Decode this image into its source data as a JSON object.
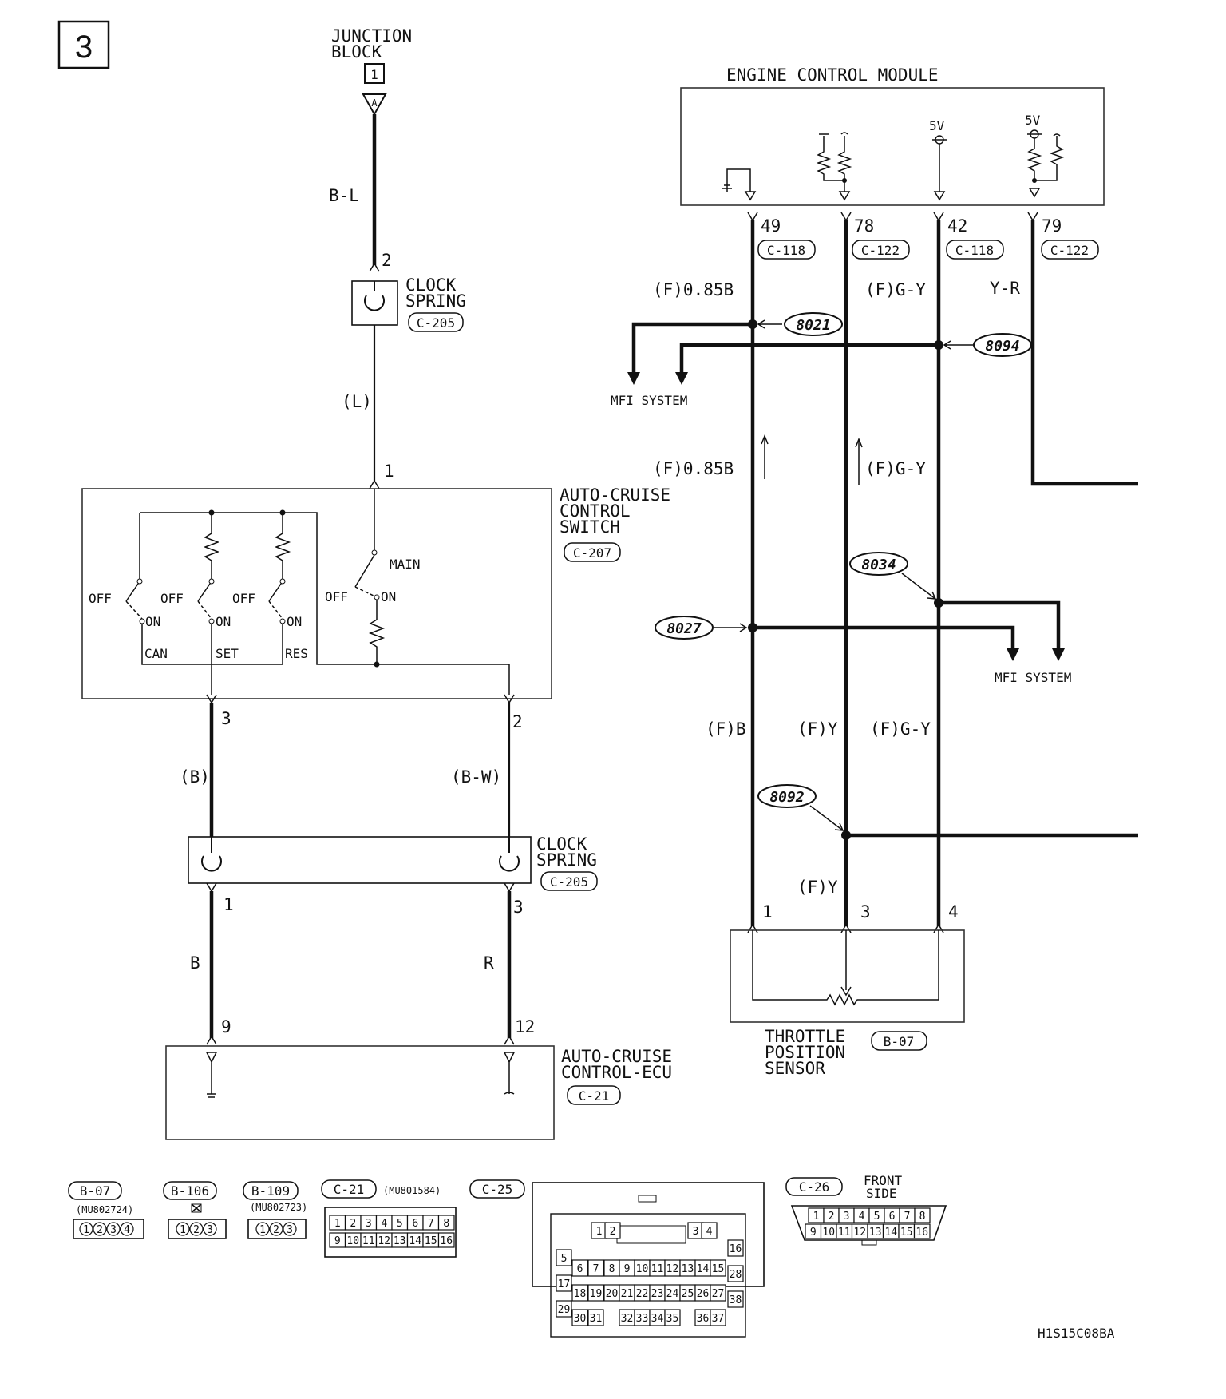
{
  "page_marker": "3",
  "image_code": "H1S15C08BA",
  "components": {
    "junction_block": {
      "title": "JUNCTION",
      "title2": "BLOCK",
      "number": "1",
      "terminal": "A"
    },
    "clock_spring_top": {
      "title": "CLOCK",
      "title2": "SPRING",
      "connector": "C-205"
    },
    "cruise_switch": {
      "title": "AUTO-CRUISE",
      "title2": "CONTROL",
      "title3": "SWITCH",
      "connector": "C-207",
      "switches": {
        "main": "MAIN",
        "off": "OFF",
        "on": "ON",
        "can": "CAN",
        "set": "SET",
        "res": "RES"
      }
    },
    "clock_spring_bottom": {
      "title": "CLOCK",
      "title2": "SPRING",
      "connector": "C-205"
    },
    "ecu": {
      "title": "AUTO-CRUISE",
      "title2": "CONTROL-ECU",
      "connector": "C-21"
    },
    "engine_module": {
      "title": "ENGINE CONTROL MODULE",
      "v1": "5V",
      "v2": "5V"
    },
    "tps": {
      "title": "THROTTLE",
      "title2": "POSITION",
      "title3": "SENSOR",
      "connector": "B-07"
    }
  },
  "wires": {
    "bl": "B-L",
    "l": "(L)",
    "b_paren": "(B)",
    "bw": "(B-W)",
    "b": "B",
    "r": "R",
    "f085b": "(F)0.85B",
    "fgy": "(F)G-Y",
    "yr": "Y-R",
    "fb": "(F)B",
    "fy": "(F)Y"
  },
  "pins": {
    "p2": "2",
    "p1": "1",
    "p3": "3",
    "p2b": "2",
    "p1b": "1",
    "p3b": "3",
    "p9": "9",
    "p12": "12",
    "e49": "49",
    "e78": "78",
    "e42": "42",
    "e79": "79",
    "c118a": "C-118",
    "c122a": "C-122",
    "c118b": "C-118",
    "c122b": "C-122",
    "t1": "1",
    "t3": "3",
    "t4": "4"
  },
  "splices": {
    "s8021": "8021",
    "s8094": "8094",
    "s8034": "8034",
    "s8027": "8027",
    "s8092": "8092"
  },
  "destinations": {
    "mfi1": "MFI SYSTEM",
    "mfi2": "MFI SYSTEM"
  },
  "connector_legend": {
    "b07": {
      "name": "B-07",
      "part": "(MU802724)",
      "pins": [
        "1",
        "2",
        "3",
        "4"
      ]
    },
    "b106": {
      "name": "B-106",
      "pins": [
        "1",
        "2",
        "3"
      ]
    },
    "b109": {
      "name": "B-109",
      "part": "(MU802723)",
      "pins": [
        "1",
        "2",
        "3"
      ]
    },
    "c21": {
      "name": "C-21",
      "part": "(MU801584)",
      "row1": [
        "1",
        "2",
        "3",
        "4",
        "5",
        "6",
        "7",
        "8"
      ],
      "row2": [
        "9",
        "10",
        "11",
        "12",
        "13",
        "14",
        "15",
        "16"
      ]
    },
    "c25": {
      "name": "C-25"
    },
    "c26": {
      "name": "C-26",
      "note": "FRONT",
      "note2": "SIDE",
      "row1": [
        "1",
        "2",
        "3",
        "4",
        "5",
        "6",
        "7",
        "8"
      ],
      "row2": [
        "9",
        "10",
        "11",
        "12",
        "13",
        "14",
        "15",
        "16"
      ]
    }
  }
}
